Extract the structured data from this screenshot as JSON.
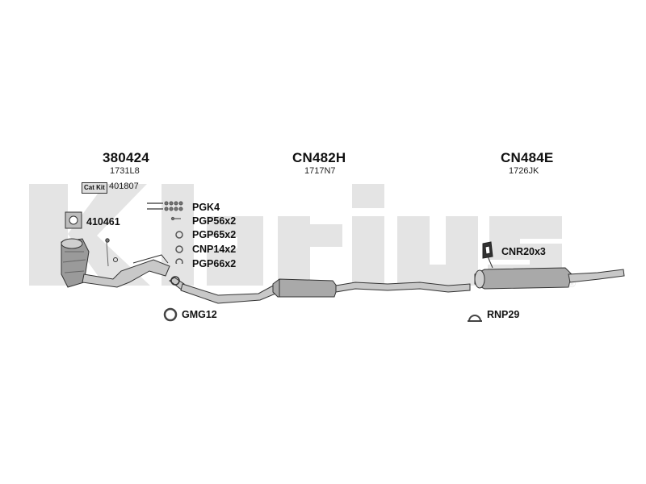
{
  "brand_watermark": "Klarius",
  "sections": [
    {
      "part_number": "380424",
      "sub_number": "1731L8"
    },
    {
      "part_number": "CN482H",
      "sub_number": "1717N7"
    },
    {
      "part_number": "CN484E",
      "sub_number": "1726JK"
    }
  ],
  "cat_kit": {
    "badge": "Cat Kit",
    "number": "401807"
  },
  "gasket_number": "410461",
  "fitting_labels": [
    "PGK4",
    "PGP56x2",
    "PGP65x2",
    "CNP14x2",
    "PGP66x2"
  ],
  "front_ring": "GMG12",
  "rear_mount": "CNR20x3",
  "rear_ring": "RNP29"
}
